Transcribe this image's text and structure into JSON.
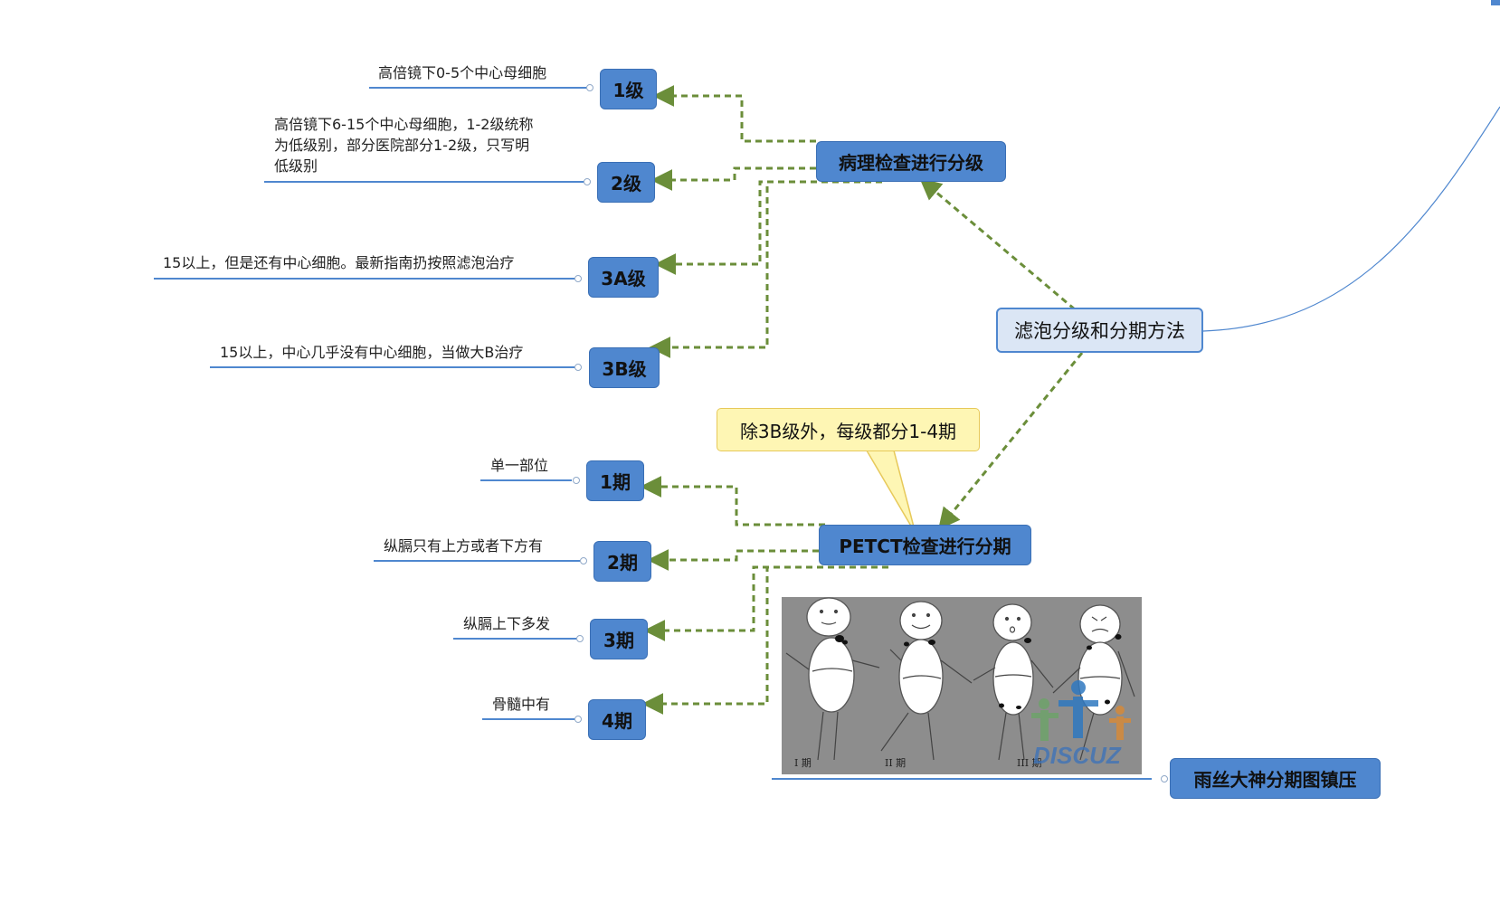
{
  "central": {
    "label": "滤泡分级和分期方法"
  },
  "grading": {
    "label": "病理检查进行分级",
    "items": [
      {
        "label": "1级",
        "note": "高倍镜下0-5个中心母细胞"
      },
      {
        "label": "2级",
        "note_lines": [
          "高倍镜下6-15个中心母细胞，1-2级统称",
          "为低级别，部分医院部分1-2级，只写明",
          "低级别"
        ]
      },
      {
        "label": "3A级",
        "note": "15以上，但是还有中心细胞。最新指南扔按照滤泡治疗"
      },
      {
        "label": "3B级",
        "note": "15以上，中心几乎没有中心细胞，当做大B治疗"
      }
    ]
  },
  "staging": {
    "label": "PETCT检查进行分期",
    "callout": "除3B级外，每级都分1-4期",
    "items": [
      {
        "label": "1期",
        "note": "单一部位"
      },
      {
        "label": "2期",
        "note": "纵膈只有上方或者下方有"
      },
      {
        "label": "3期",
        "note": "纵膈上下多发"
      },
      {
        "label": "4期",
        "note": "骨髓中有"
      }
    ]
  },
  "image_topic": {
    "label": "雨丝大神分期图镇压",
    "stage_tags": [
      "I 期",
      "II 期",
      "III 期"
    ],
    "watermark": "DISCUZ"
  },
  "colors": {
    "topic_fill": "#4f87cf",
    "central_fill": "#dbe6f5",
    "dashed_connector": "#6b8e3a",
    "callout_fill": "#fef6b4",
    "curve": "#4f87cf"
  }
}
